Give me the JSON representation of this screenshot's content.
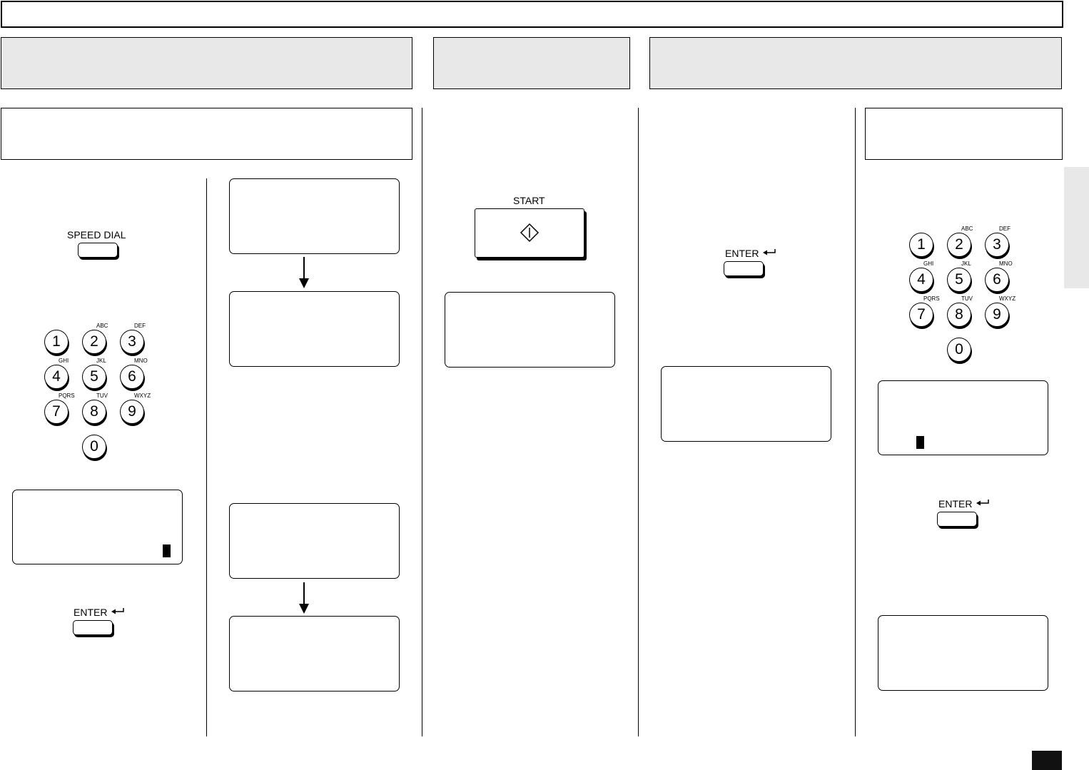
{
  "buttons": {
    "speed_dial": "SPEED DIAL",
    "enter": "ENTER",
    "start": "START"
  },
  "keypad": {
    "keys": [
      {
        "digit": "1",
        "letters": ""
      },
      {
        "digit": "2",
        "letters": "ABC"
      },
      {
        "digit": "3",
        "letters": "DEF"
      },
      {
        "digit": "4",
        "letters": "GHI"
      },
      {
        "digit": "5",
        "letters": "JKL"
      },
      {
        "digit": "6",
        "letters": "MNO"
      },
      {
        "digit": "7",
        "letters": "PQRS"
      },
      {
        "digit": "8",
        "letters": "TUV"
      },
      {
        "digit": "9",
        "letters": "WXYZ"
      },
      {
        "digit": "0",
        "letters": ""
      }
    ]
  },
  "icons": {
    "enter_arrow": "enter-arrow-icon",
    "start_diamond": "start-diamond-icon",
    "flow_arrow": "down-arrow-icon"
  },
  "colors": {
    "header_fill": "#e8e8e8",
    "page_tab": "#111111"
  }
}
